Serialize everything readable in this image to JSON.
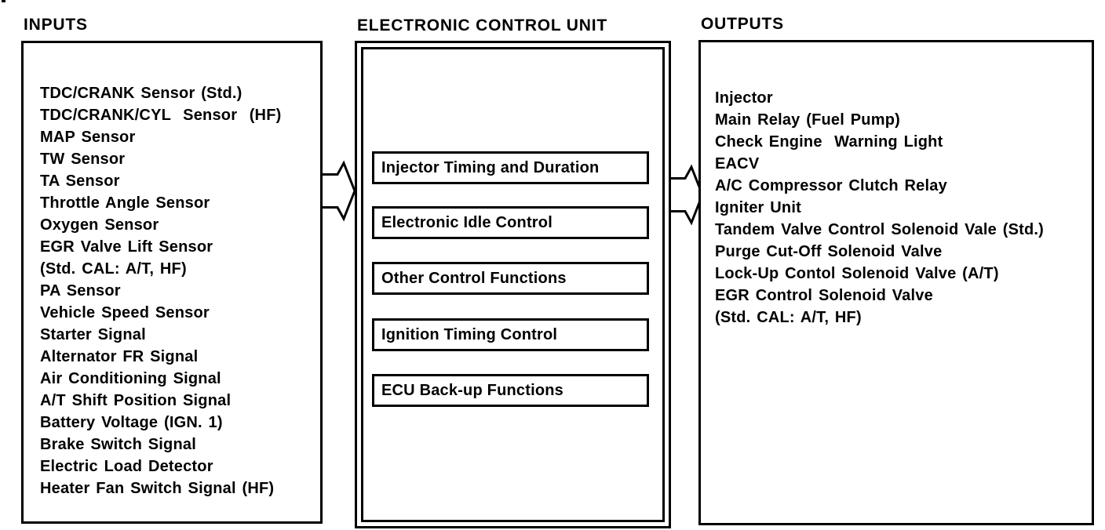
{
  "colors": {
    "ink": "#000000",
    "paper": "#ffffff"
  },
  "inputs": {
    "title": "INPUTS",
    "items": [
      "TDC/CRANK Sensor (Std.)",
      "TDC/CRANK/CYL  Sensor  (HF)",
      "MAP Sensor",
      "TW Sensor",
      "TA Sensor",
      "Throttle Angle Sensor",
      "Oxygen Sensor",
      "EGR Valve Lift Sensor",
      "(Std. CAL: A/T, HF)",
      "PA Sensor",
      "Vehicle Speed Sensor",
      "Starter Signal",
      "Alternator FR Signal",
      "Air Conditioning Signal",
      "A/T Shift Position Signal",
      "Battery Voltage (IGN. 1)",
      "Brake Switch Signal",
      "Electric Load Detector",
      "Heater Fan Switch Signal (HF)"
    ]
  },
  "ecu": {
    "title": "ELECTRONIC CONTROL UNIT",
    "functions": [
      "Injector Timing and Duration",
      "Electronic Idle Control",
      "Other Control Functions",
      "Ignition Timing Control",
      "ECU Back-up Functions"
    ]
  },
  "outputs": {
    "title": "OUTPUTS",
    "items": [
      "Injector",
      "Main Relay (Fuel Pump)",
      "Check Engine  Warning Light",
      "EACV",
      "A/C Compressor Clutch Relay",
      "Igniter Unit",
      "Tandem Valve Control Solenoid Vale (Std.)",
      "Purge Cut-Off Solenoid Valve",
      "Lock-Up Contol Solenoid Valve (A/T)",
      "EGR Control Solenoid Valve",
      "(Std. CAL: A/T, HF)"
    ]
  },
  "arrows": [
    {
      "name": "inputs-to-ecu",
      "glyph": "block-arrow-right"
    },
    {
      "name": "ecu-to-outputs",
      "glyph": "block-arrow-right"
    }
  ]
}
